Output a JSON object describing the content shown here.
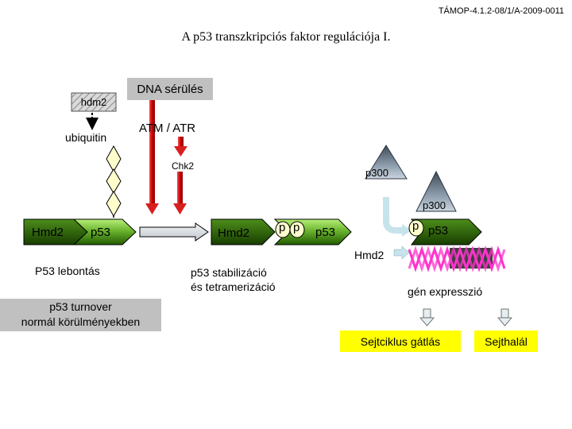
{
  "header": {
    "project_code": "TÁMOP-4.1.2-08/1/A-2009-0011"
  },
  "title": "A p53 transzkripciós faktor regulációja I.",
  "left_panel": {
    "hdm2": "hdm2",
    "ubiquitin": "ubiquitin",
    "hmd2": "Hmd2",
    "p53": "p53",
    "degradation": "P53 lebontás",
    "turnover_line1": "p53 turnover",
    "turnover_line2": "normál körülményekben"
  },
  "middle_panel": {
    "dna_damage": "DNA sérülés",
    "atm_atr": "ATM / ATR",
    "chk2": "Chk2",
    "hmd2": "Hmd2",
    "phospho_1": "p",
    "phospho_2": "p",
    "p53": "p53",
    "stabilization_line1": "p53 stabilizáció",
    "stabilization_line2": "és tetramerizáció"
  },
  "right_panel": {
    "p300_top": "p300",
    "p300_lower": "p300",
    "phospho": "p",
    "p53": "p53",
    "hmd2": "Hmd2",
    "gene_expression": "gén expresszió",
    "cell_cycle_arrest": "Sejtciklus gátlás",
    "cell_death": "Sejthalál"
  },
  "colors": {
    "green_dark": "#2e6b00",
    "green_light": "#a6e06a",
    "grey_box": "#c0c0c0",
    "red_arrow": "#d81f1f",
    "yellow_box": "#ffff00",
    "magenta_wave": "#ff33cc",
    "light_blue": "#c7e3ec"
  },
  "icons": [
    "hatched-box-icon",
    "ubiquitin-chain-icon",
    "phospho-circle-icon",
    "dna-helix-icon",
    "process-arrow-icon"
  ]
}
